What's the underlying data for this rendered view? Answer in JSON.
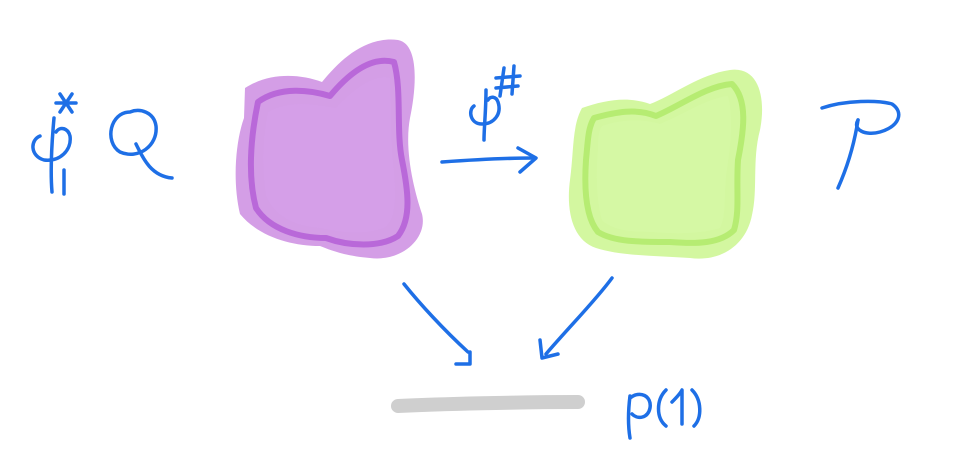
{
  "labels": {
    "left_object_label": "φ₁* Q",
    "arrow_label": "φ#",
    "right_object_label": "P",
    "base_label": "p(1)"
  },
  "colors": {
    "ink": "#1e6fe6",
    "left_blob": "#d49ee6",
    "left_blob_edge": "#b968d9",
    "right_blob": "#d3f7a0",
    "right_blob_edge": "#b6ec72",
    "base_bar": "#cfcfcf"
  }
}
